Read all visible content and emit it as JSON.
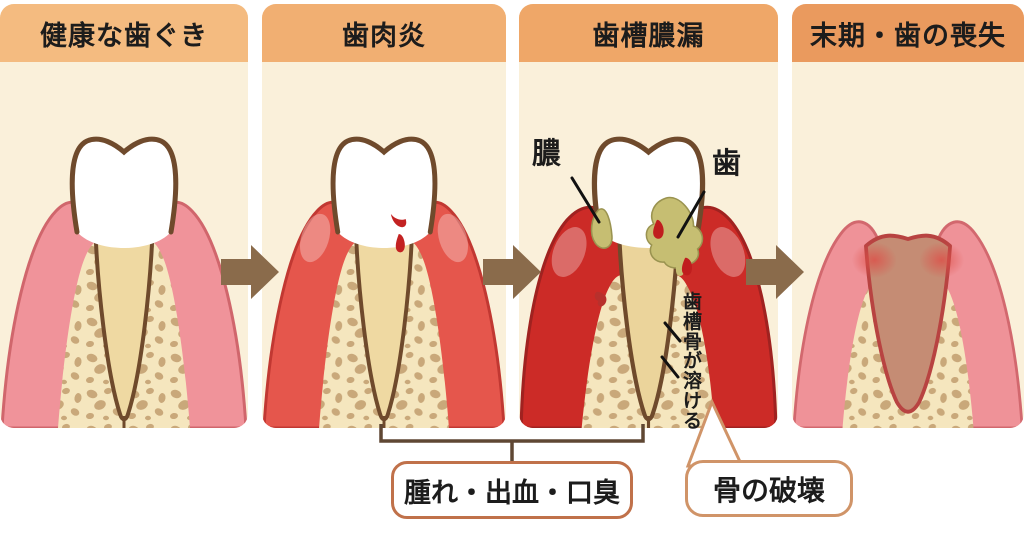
{
  "diagram_title": "gum-disease-progression",
  "stages": [
    {
      "title": "健康な歯ぐき",
      "header_color": "#F4BB80"
    },
    {
      "title": "歯肉炎",
      "header_color": "#F1AF72"
    },
    {
      "title": "歯槽膿漏",
      "header_color": "#EFA768"
    },
    {
      "title": "末期・歯の喪失",
      "header_color": "#EA9A5E"
    }
  ],
  "annotations": {
    "pus": "膿",
    "tooth": "歯",
    "bone_dissolving": "歯槽骨が溶ける",
    "symptoms": "腫れ・出血・口臭",
    "bone_destruction": "骨の破壊"
  },
  "colors": {
    "panel_body": "#FAF0DA",
    "arrow": "#8A6B4B",
    "healthy_gum": "#F0939A",
    "inflamed_gum": "#E5564C",
    "severe_gum": "#CC2B27",
    "terminal_gum": "#EF9298",
    "empty_socket": "#C58C74",
    "pus": "#C6BE72",
    "blood": "#C32222",
    "tooth_outline": "#6F4A2C",
    "bone_base": "#F5E6BE",
    "bone_spot": "#C9A87A",
    "bracket": "#5F4733",
    "symptom_box_border": "#C0714A",
    "destruction_box_border": "#D09468"
  }
}
